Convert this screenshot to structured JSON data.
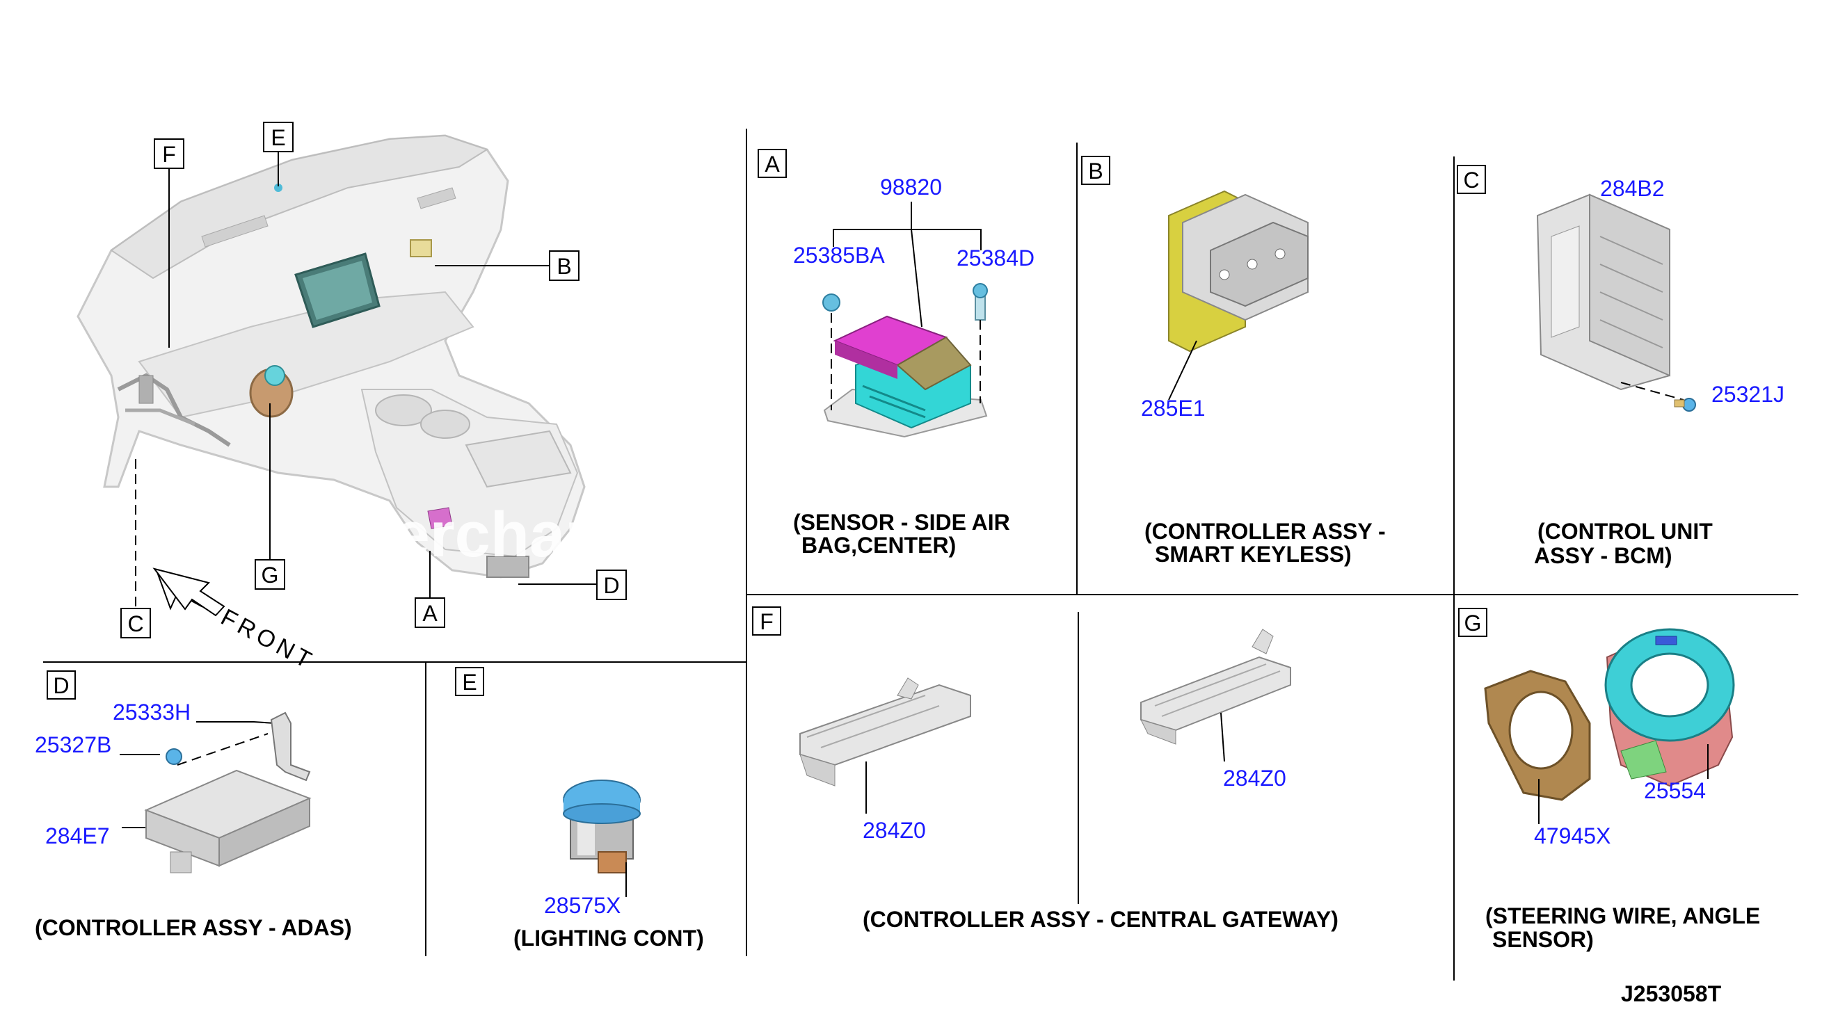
{
  "overview": {
    "callouts": [
      "F",
      "E",
      "B",
      "C",
      "G",
      "A",
      "D"
    ],
    "front_label": "FRONT",
    "watermark": "Merchan"
  },
  "panels": {
    "A": {
      "letter": "A",
      "parts": [
        "98820",
        "25385BA",
        "25384D"
      ],
      "caption_line1": "(SENSOR - SIDE AIR",
      "caption_line2": "BAG,CENTER)"
    },
    "B": {
      "letter": "B",
      "parts": [
        "285E1"
      ],
      "caption_line1": "(CONTROLLER ASSY -",
      "caption_line2": "SMART KEYLESS)"
    },
    "C": {
      "letter": "C",
      "parts": [
        "284B2",
        "25321J"
      ],
      "caption_line1": "(CONTROL UNIT",
      "caption_line2": "ASSY - BCM)"
    },
    "D": {
      "letter": "D",
      "parts": [
        "25333H",
        "25327B",
        "284E7"
      ],
      "caption": "(CONTROLLER ASSY - ADAS)"
    },
    "E": {
      "letter": "E",
      "parts": [
        "28575X"
      ],
      "caption": "(LIGHTING CONT)"
    },
    "F": {
      "letter": "F",
      "parts": [
        "284Z0",
        "284Z0"
      ],
      "caption": "(CONTROLLER ASSY - CENTRAL GATEWAY)"
    },
    "G": {
      "letter": "G",
      "parts": [
        "25554",
        "47945X"
      ],
      "caption_line1": "(STEERING WIRE, ANGLE",
      "caption_line2": "SENSOR)"
    }
  },
  "reference": "J253058T",
  "colors": {
    "part_number": "#1a1aff",
    "airbag_sensor_top": "#e040d0",
    "airbag_sensor_body": "#33d6d6",
    "keyless_bracket": "#d8d040",
    "lighting_cap": "#5ab4e8",
    "angle_sensor_ring": "#3ecfd6",
    "steering_wire": "#b08850",
    "angle_sensor_base": "#e08a8a",
    "angle_sensor_green": "#7ed37e"
  }
}
